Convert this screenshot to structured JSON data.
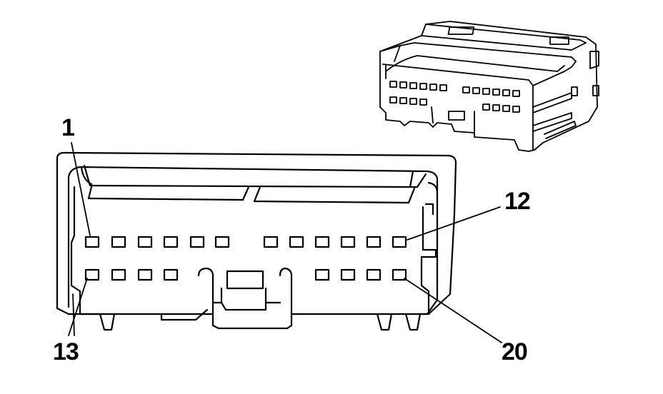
{
  "labels": {
    "pin_1": "1",
    "pin_12": "12",
    "pin_13": "13",
    "pin_20": "20"
  },
  "connector": {
    "top_row_pins": 12,
    "bottom_row_pins": 8
  },
  "colors": {
    "line": "#000000",
    "background": "#ffffff"
  }
}
